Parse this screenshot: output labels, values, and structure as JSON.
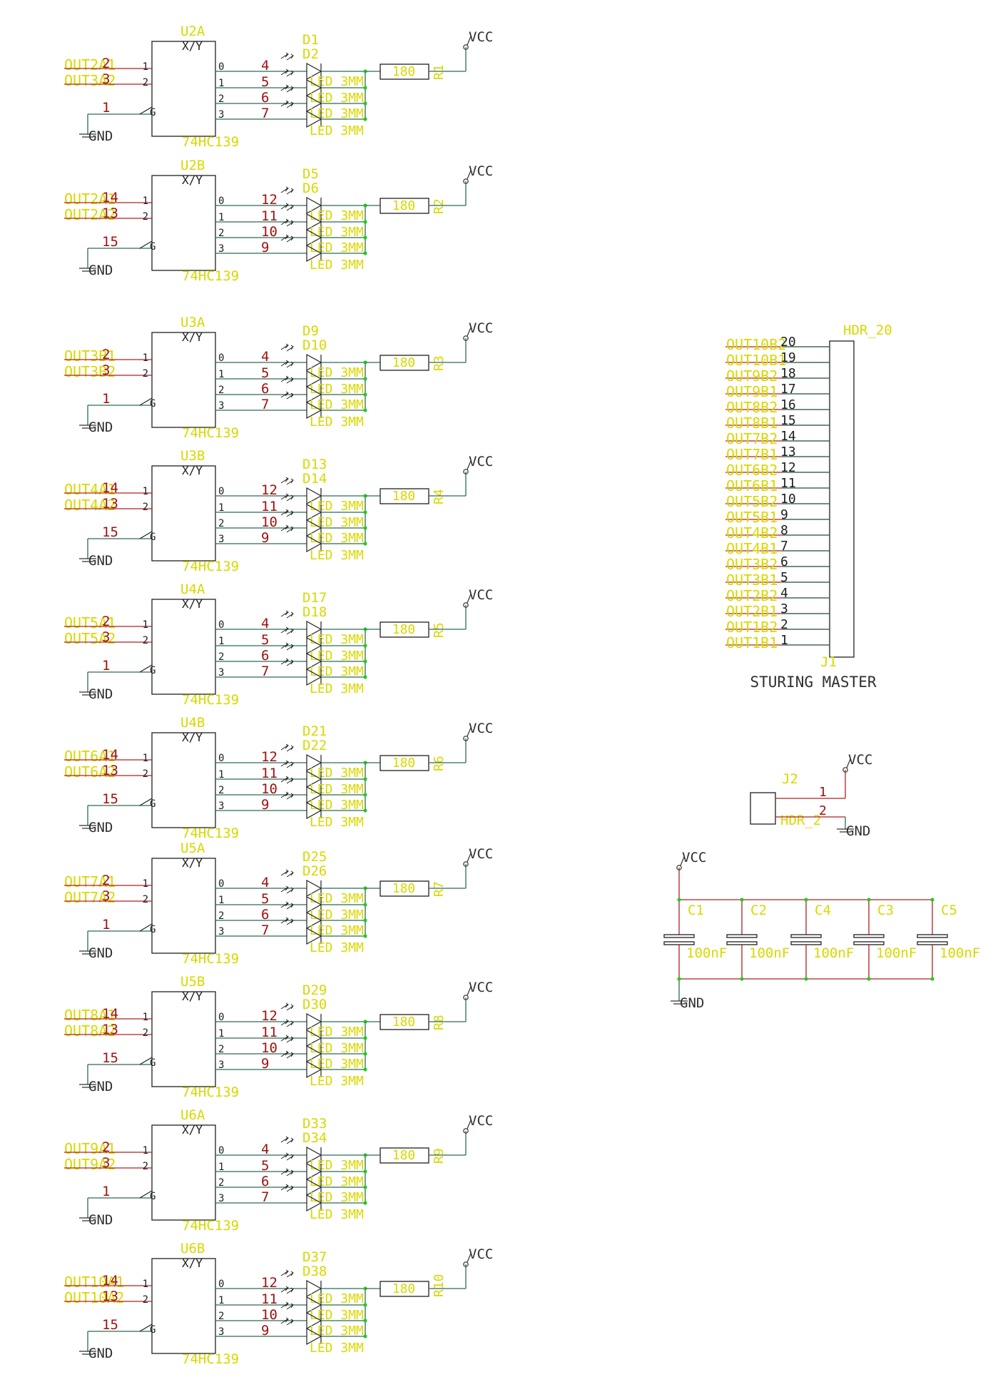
{
  "colors": {
    "wire": "#2e6b56",
    "label": "#d8d800",
    "pin": "#a01010",
    "body": "#202020",
    "red_wire": "#b02020",
    "junction": "#22cc22",
    "net_text": "#303030"
  },
  "net_labels": {
    "vcc": "VCC",
    "gnd": "GND"
  },
  "decoder_type": "74HC139",
  "decoder_xy": "X/Y",
  "led_value": "LED 3MM",
  "resistor_value": "180",
  "pin_labels": {
    "in_a": "1",
    "in_b": "2",
    "enable": "G",
    "out": [
      "0",
      "1",
      "2",
      "3"
    ]
  },
  "units": [
    {
      "ref": "U2A",
      "net_a": "OUT2A1",
      "net_b": "OUT3A2",
      "pins": [
        "2",
        "3",
        "1"
      ],
      "out_pins": [
        "4",
        "5",
        "6",
        "7"
      ],
      "leds": [
        "D1",
        "D2"
      ],
      "resistor": "R1"
    },
    {
      "ref": "U2B",
      "net_a": "OUT2A1",
      "net_b": "OUT2A2",
      "pins": [
        "14",
        "13",
        "15"
      ],
      "out_pins": [
        "12",
        "11",
        "10",
        "9"
      ],
      "leds": [
        "D5",
        "D6"
      ],
      "resistor": "R2"
    },
    {
      "ref": "U3A",
      "net_a": "OUT3B1",
      "net_b": "OUT3B2",
      "pins": [
        "2",
        "3",
        "1"
      ],
      "out_pins": [
        "4",
        "5",
        "6",
        "7"
      ],
      "leds": [
        "D9",
        "D10"
      ],
      "resistor": "R3"
    },
    {
      "ref": "U3B",
      "net_a": "OUT4A1",
      "net_b": "OUT4A2",
      "pins": [
        "14",
        "13",
        "15"
      ],
      "out_pins": [
        "12",
        "11",
        "10",
        "9"
      ],
      "leds": [
        "D13",
        "D14"
      ],
      "resistor": "R4"
    },
    {
      "ref": "U4A",
      "net_a": "OUT5A1",
      "net_b": "OUT5A2",
      "pins": [
        "2",
        "3",
        "1"
      ],
      "out_pins": [
        "4",
        "5",
        "6",
        "7"
      ],
      "leds": [
        "D17",
        "D18"
      ],
      "resistor": "R5"
    },
    {
      "ref": "U4B",
      "net_a": "OUT6A1",
      "net_b": "OUT6A2",
      "pins": [
        "14",
        "13",
        "15"
      ],
      "out_pins": [
        "12",
        "11",
        "10",
        "9"
      ],
      "leds": [
        "D21",
        "D22"
      ],
      "resistor": "R6"
    },
    {
      "ref": "U5A",
      "net_a": "OUT7A1",
      "net_b": "OUT7A2",
      "pins": [
        "2",
        "3",
        "1"
      ],
      "out_pins": [
        "4",
        "5",
        "6",
        "7"
      ],
      "leds": [
        "D25",
        "D26"
      ],
      "resistor": "R7"
    },
    {
      "ref": "U5B",
      "net_a": "OUT8A1",
      "net_b": "OUT8A2",
      "pins": [
        "14",
        "13",
        "15"
      ],
      "out_pins": [
        "12",
        "11",
        "10",
        "9"
      ],
      "leds": [
        "D29",
        "D30"
      ],
      "resistor": "R8"
    },
    {
      "ref": "U6A",
      "net_a": "OUT9A1",
      "net_b": "OUT9A2",
      "pins": [
        "2",
        "3",
        "1"
      ],
      "out_pins": [
        "4",
        "5",
        "6",
        "7"
      ],
      "leds": [
        "D33",
        "D34"
      ],
      "resistor": "R9"
    },
    {
      "ref": "U6B",
      "net_a": "OUT10A1",
      "net_b": "OUT10A2",
      "pins": [
        "14",
        "13",
        "15"
      ],
      "out_pins": [
        "12",
        "11",
        "10",
        "9"
      ],
      "leds": [
        "D37",
        "D38"
      ],
      "resistor": "R10"
    }
  ],
  "header_j1": {
    "type": "HDR_20",
    "ref": "J1",
    "caption": "STURING MASTER",
    "pins": [
      {
        "num": "20",
        "net": "OUT10B2"
      },
      {
        "num": "19",
        "net": "OUT10B1"
      },
      {
        "num": "18",
        "net": "OUT9B2"
      },
      {
        "num": "17",
        "net": "OUT9B1"
      },
      {
        "num": "16",
        "net": "OUT8B2"
      },
      {
        "num": "15",
        "net": "OUT8B1"
      },
      {
        "num": "14",
        "net": "OUT7B2"
      },
      {
        "num": "13",
        "net": "OUT7B1"
      },
      {
        "num": "12",
        "net": "OUT6B2"
      },
      {
        "num": "11",
        "net": "OUT6B1"
      },
      {
        "num": "10",
        "net": "OUT5B2"
      },
      {
        "num": "9",
        "net": "OUT5B1"
      },
      {
        "num": "8",
        "net": "OUT4B2"
      },
      {
        "num": "7",
        "net": "OUT4B1"
      },
      {
        "num": "6",
        "net": "OUT3B2"
      },
      {
        "num": "5",
        "net": "OUT3B1"
      },
      {
        "num": "4",
        "net": "OUT2B2"
      },
      {
        "num": "3",
        "net": "OUT2B1"
      },
      {
        "num": "2",
        "net": "OUT1B2"
      },
      {
        "num": "1",
        "net": "OUT1B1"
      }
    ]
  },
  "header_j2": {
    "ref": "J2",
    "type": "HDR_2",
    "pins": [
      "1",
      "2"
    ]
  },
  "capacitors": [
    {
      "ref": "C1",
      "value": "100nF"
    },
    {
      "ref": "C2",
      "value": "100nF"
    },
    {
      "ref": "C4",
      "value": "100nF"
    },
    {
      "ref": "C3",
      "value": "100nF"
    },
    {
      "ref": "C5",
      "value": "100nF"
    }
  ]
}
